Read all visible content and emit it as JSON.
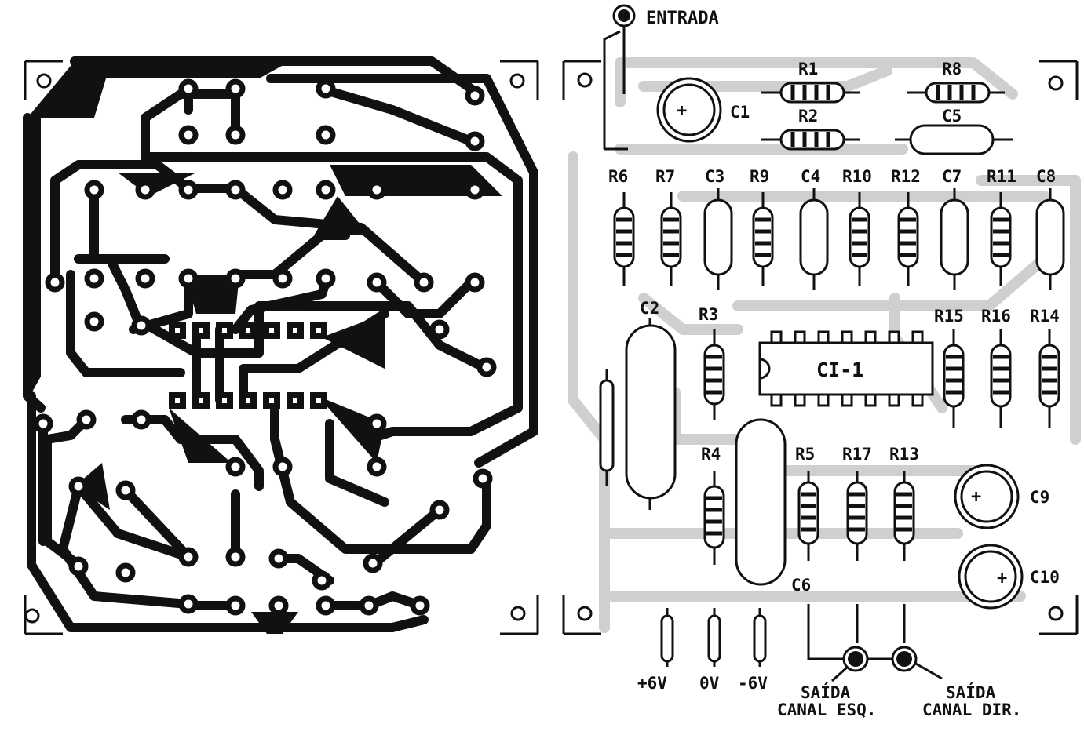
{
  "diagram": {
    "labels": {
      "input": "ENTRADA",
      "r1": "R1",
      "r2": "R2",
      "r8": "R8",
      "c5": "C5",
      "c1": "C1",
      "r6": "R6",
      "r7": "R7",
      "c3": "C3",
      "r9": "R9",
      "c4": "C4",
      "r10": "R10",
      "r12": "R12",
      "c7": "C7",
      "r11": "R11",
      "c8": "C8",
      "c2": "C2",
      "r3": "R3",
      "ic": "CI-1",
      "r15": "R15",
      "r16": "R16",
      "r14": "R14",
      "r4": "R4",
      "r5": "R5",
      "r17": "R17",
      "r13": "R13",
      "c9": "C9",
      "c10": "C10",
      "c6": "C6",
      "plus6v": "+6V",
      "zero_v": "0V",
      "minus6v": "-6V",
      "out_left_1": "SAÍDA",
      "out_left_2": "CANAL ESQ.",
      "out_right_1": "SAÍDA",
      "out_right_2": "CANAL DIR.",
      "plus": "+"
    }
  }
}
